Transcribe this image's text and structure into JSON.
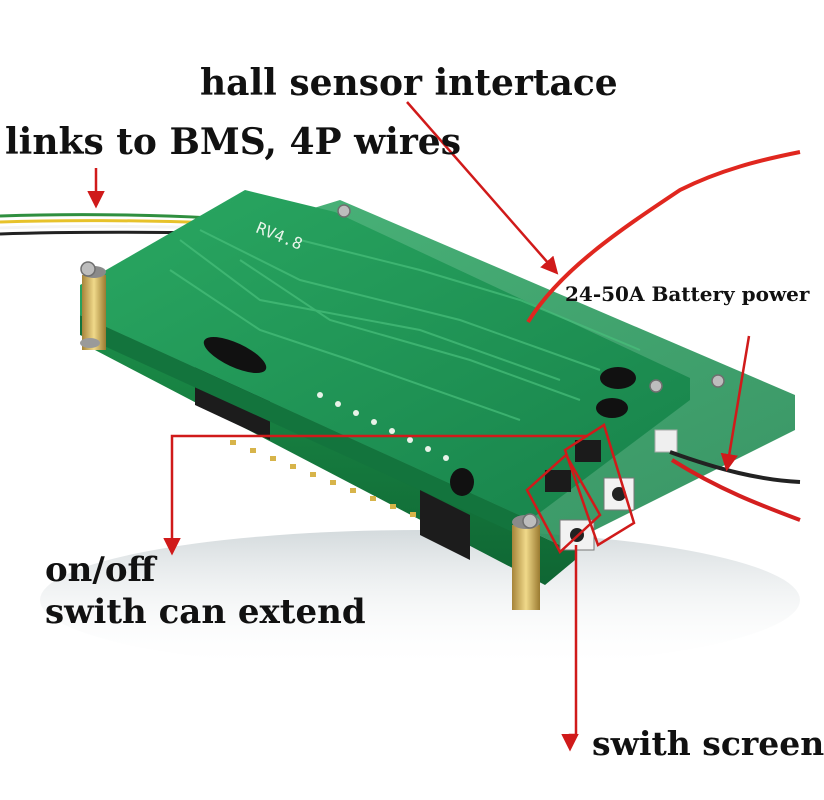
{
  "colors": {
    "pcb": "#1f9a52",
    "annotation": "#d01a1a",
    "label_text": "#111111"
  },
  "labels": {
    "hall_sensor": "hall sensor intertace",
    "links_bms": "links to BMS, 4P wires",
    "battery_power": "24-50A Battery power",
    "onoff_line1": "on/off",
    "onoff_line2": "swith can extend",
    "switch_screen": "swith screen"
  },
  "board": {
    "revision": "RV4.8"
  }
}
